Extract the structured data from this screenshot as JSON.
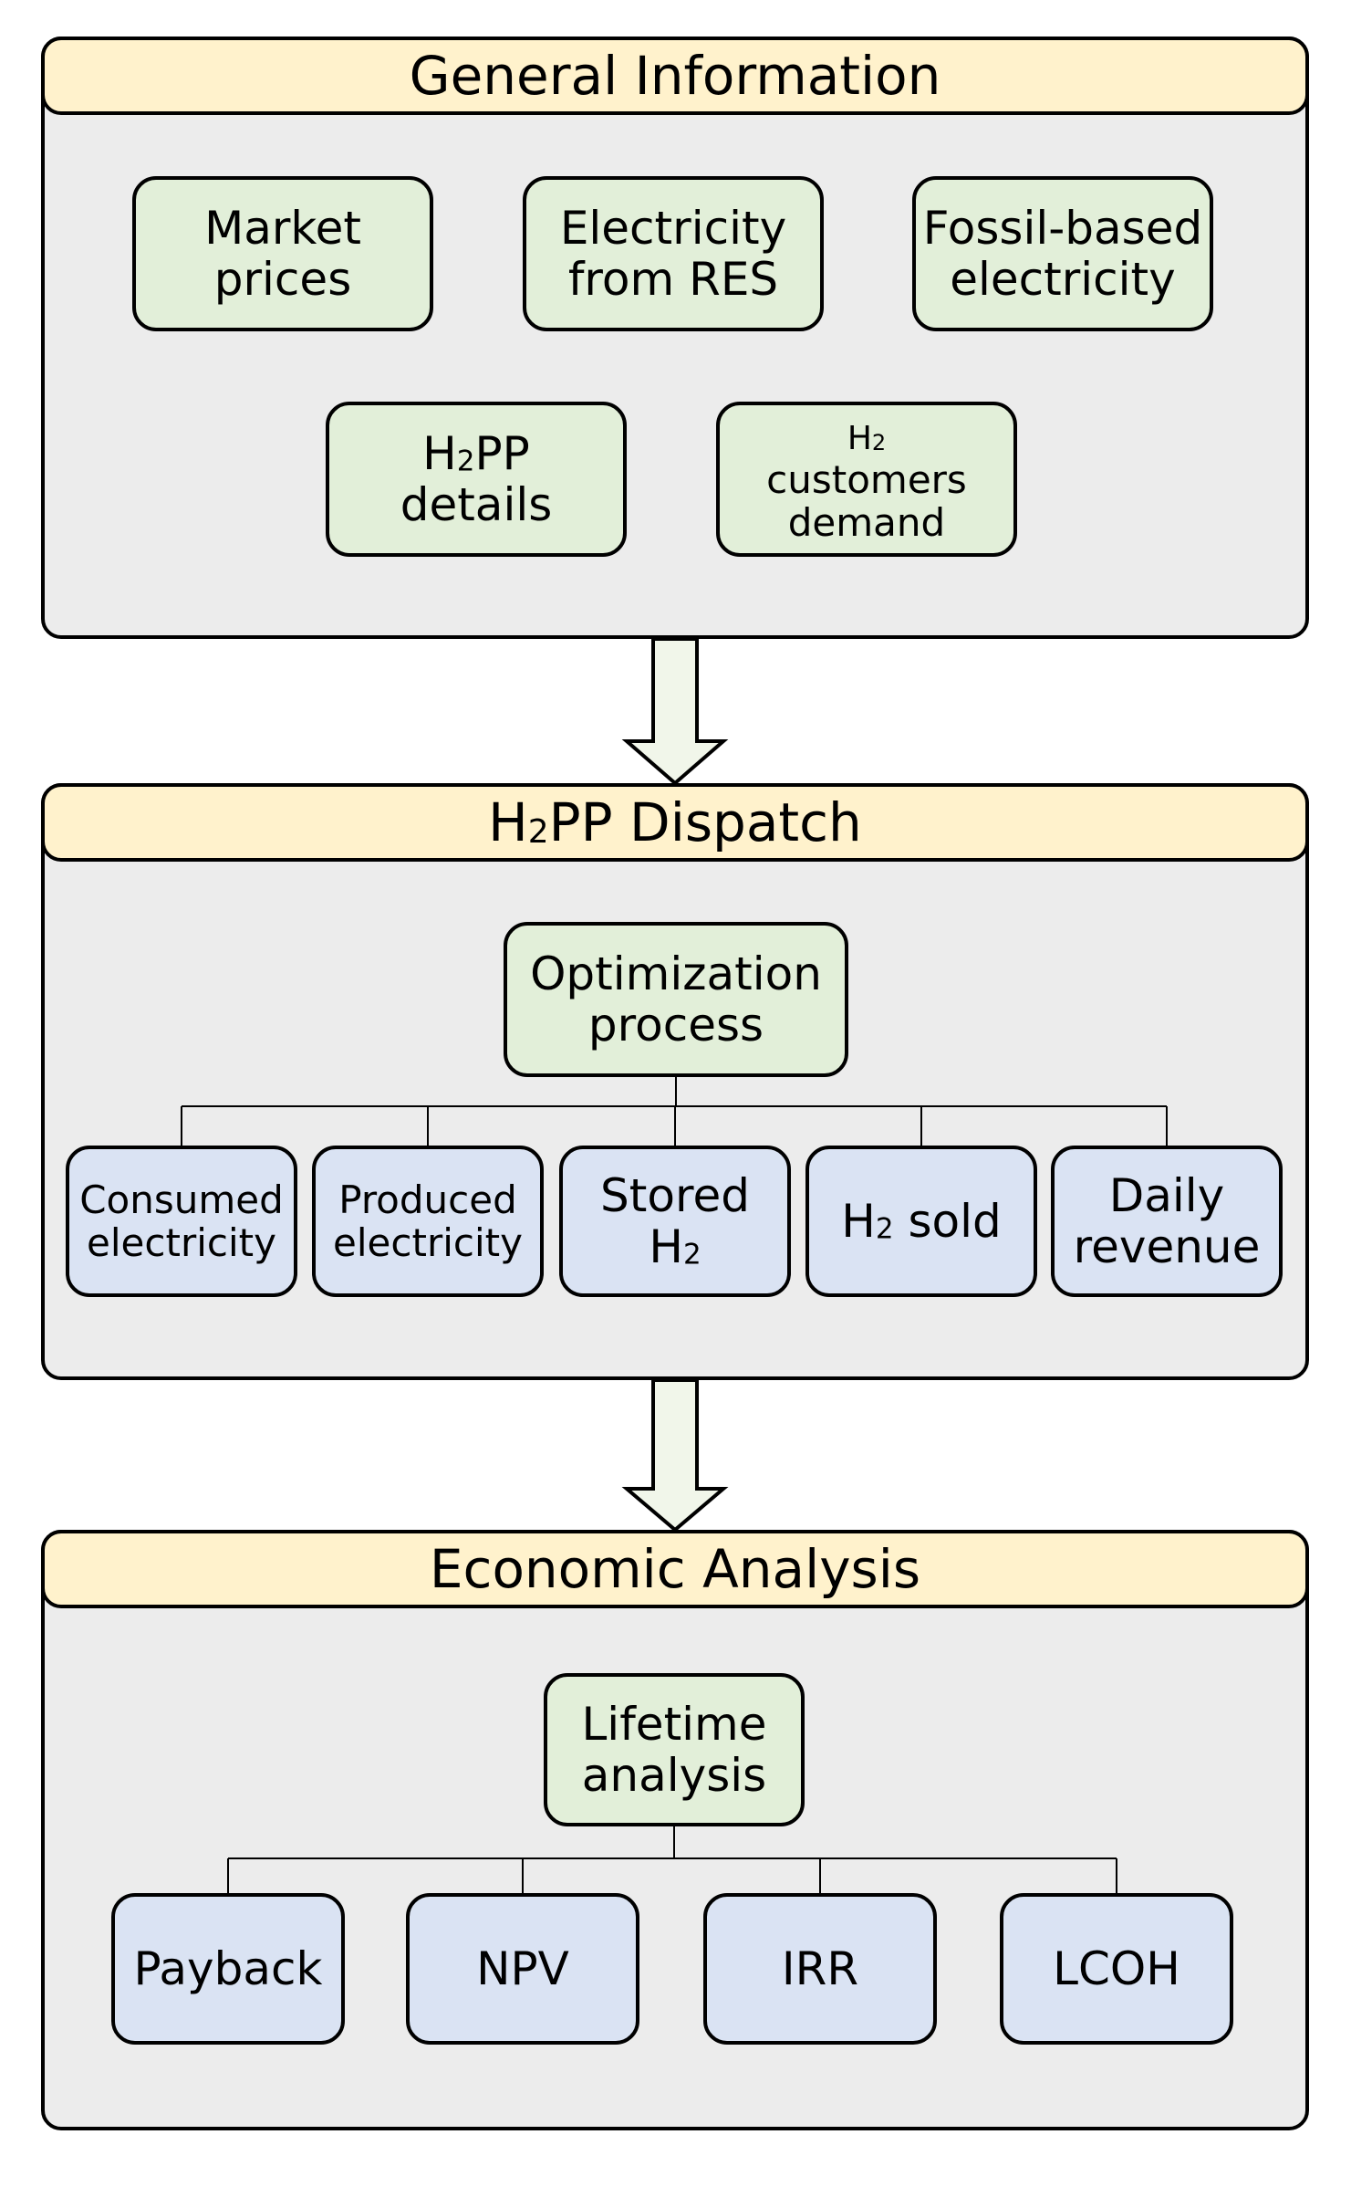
{
  "sections": {
    "general": {
      "title": "General Information",
      "boxes": {
        "market_prices": [
          "Market",
          "prices"
        ],
        "electricity_res": [
          "Electricity",
          "from RES"
        ],
        "fossil": [
          "Fossil-based",
          "electricity"
        ],
        "h2pp_details": {
          "l1_pre": "H",
          "l1_sub": "2",
          "l1_post": "PP",
          "l2": "details"
        },
        "h2_customers": {
          "l1_pre": "H",
          "l1_sub": "2",
          "l2": "customers",
          "l3": "demand"
        }
      }
    },
    "dispatch": {
      "title_pre": "H",
      "title_sub": "2",
      "title_post": "PP Dispatch",
      "parent": [
        "Optimization",
        "process"
      ],
      "children": {
        "consumed": [
          "Consumed",
          "electricity"
        ],
        "produced": [
          "Produced",
          "electricity"
        ],
        "stored": {
          "l1": "Stored",
          "l2_pre": "H",
          "l2_sub": "2"
        },
        "sold": {
          "pre": "H",
          "sub": "2",
          "post": " sold"
        },
        "revenue": [
          "Daily",
          "revenue"
        ]
      }
    },
    "economic": {
      "title": "Economic Analysis",
      "parent": [
        "Lifetime",
        "analysis"
      ],
      "children": [
        "Payback",
        "NPV",
        "IRR",
        "LCOH"
      ]
    }
  },
  "colors": {
    "section_bg": "#ececec",
    "header_bg": "#fff2cc",
    "input_box": "#e2efd9",
    "output_box": "#dae3f3",
    "arrow_fill": "#f1f6ea"
  }
}
